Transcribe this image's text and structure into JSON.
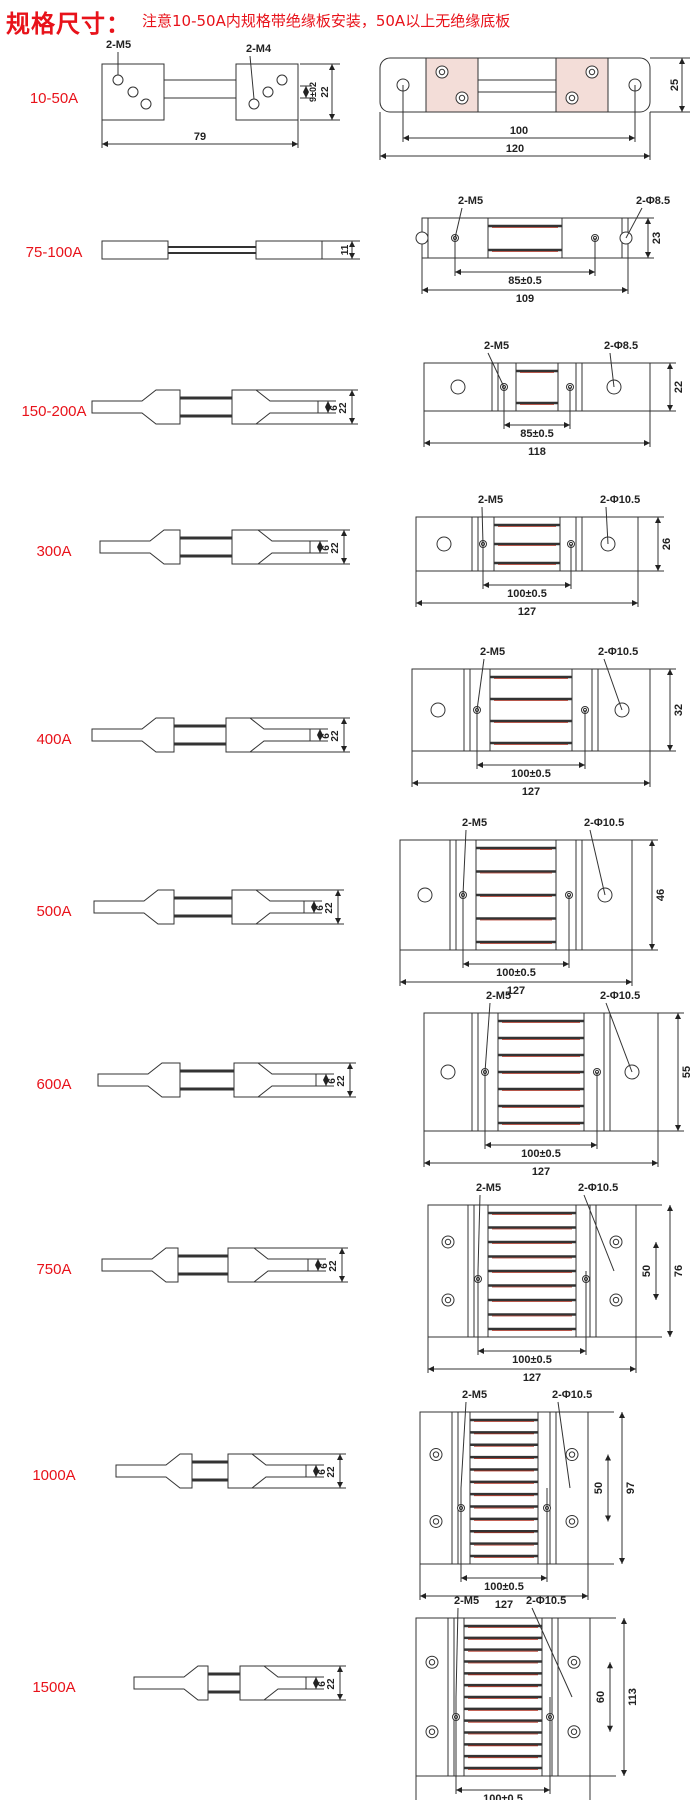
{
  "header": {
    "title": "规格尺寸：",
    "note": "注意10-50A内规格带绝缘板安装，50A以上无绝缘底板"
  },
  "colors": {
    "label_red": "#e8121a",
    "stroke": "#333333",
    "bar_dark": "#222222",
    "bar_red": "#b03020"
  },
  "rows": [
    {
      "label": "10-50A",
      "side": {
        "thick": "9±02",
        "width": "22",
        "length": "79",
        "hole1": "2-M5",
        "hole2": "2-M4"
      },
      "top": {
        "w1": "100",
        "w2": "120",
        "h": "25"
      }
    },
    {
      "label": "75-100A",
      "side": {
        "width": "11"
      },
      "top": {
        "m": "2-M5",
        "hole": "2-Φ8.5",
        "w1": "85±0.5",
        "w2": "109",
        "h": "23"
      }
    },
    {
      "label": "150-200A",
      "side": {
        "thick": "6",
        "width": "22"
      },
      "top": {
        "m": "2-M5",
        "hole": "2-Φ8.5",
        "w1": "85±0.5",
        "w2": "118",
        "h": "22"
      }
    },
    {
      "label": "300A",
      "side": {
        "thick": "6",
        "width": "22"
      },
      "top": {
        "m": "2-M5",
        "hole": "2-Φ10.5",
        "w1": "100±0.5",
        "w2": "127",
        "h": "26"
      }
    },
    {
      "label": "400A",
      "side": {
        "thick": "6",
        "width": "22"
      },
      "top": {
        "m": "2-M5",
        "hole": "2-Φ10.5",
        "w1": "100±0.5",
        "w2": "127",
        "h": "32"
      }
    },
    {
      "label": "500A",
      "side": {
        "thick": "6",
        "width": "22"
      },
      "top": {
        "m": "2-M5",
        "hole": "2-Φ10.5",
        "w1": "100±0.5",
        "w2": "127",
        "h": "46"
      }
    },
    {
      "label": "600A",
      "side": {
        "thick": "6",
        "width": "22"
      },
      "top": {
        "m": "2-M5",
        "hole": "2-Φ10.5",
        "w1": "100±0.5",
        "w2": "127",
        "h": "55"
      }
    },
    {
      "label": "750A",
      "side": {
        "thick": "6",
        "width": "22"
      },
      "top": {
        "m": "2-M5",
        "hole": "2-Φ10.5",
        "w1": "100±0.5",
        "w2": "127",
        "h1": "50",
        "h2": "76"
      }
    },
    {
      "label": "1000A",
      "side": {
        "thick": "6",
        "width": "22"
      },
      "top": {
        "m": "2-M5",
        "hole": "2-Φ10.5",
        "w1": "100±0.5",
        "w2": "127",
        "h1": "50",
        "h2": "97"
      }
    },
    {
      "label": "1500A",
      "side": {
        "thick": "6",
        "width": "22"
      },
      "top": {
        "m": "2-M5",
        "hole": "2-Φ10.5",
        "w1": "100±0.5",
        "w2": "127",
        "h1": "60",
        "h2": "113"
      }
    }
  ]
}
